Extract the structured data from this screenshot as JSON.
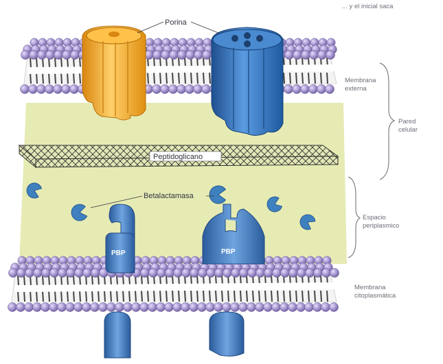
{
  "header_fragment": "... y el inicial saca",
  "labels": {
    "porina": "Porina",
    "peptidoglicano": "Peptidoglicano",
    "betalactamasa": "Betalactamasa",
    "pbp_left": "PBP",
    "pbp_right": "PBP",
    "membrana_externa_1": "Membrana",
    "membrana_externa_2": "externa",
    "pared_celular_1": "Pared",
    "pared_celular_2": "celular",
    "espacio_periplasmico_1": "Espacio",
    "espacio_periplasmico_2": "periplasmico",
    "membrana_citoplasmatica_1": "Membrana",
    "membrana_citoplasmatica_2": "citoplasmática"
  },
  "colors": {
    "lipid_head": "#a696cf",
    "periplasm": "#e6ebb4",
    "porin_orange": "#f2a42a",
    "porin_blue": "#2f6fb7",
    "betalactamase": "#3f80bf",
    "pbp": "#3d74b6"
  }
}
